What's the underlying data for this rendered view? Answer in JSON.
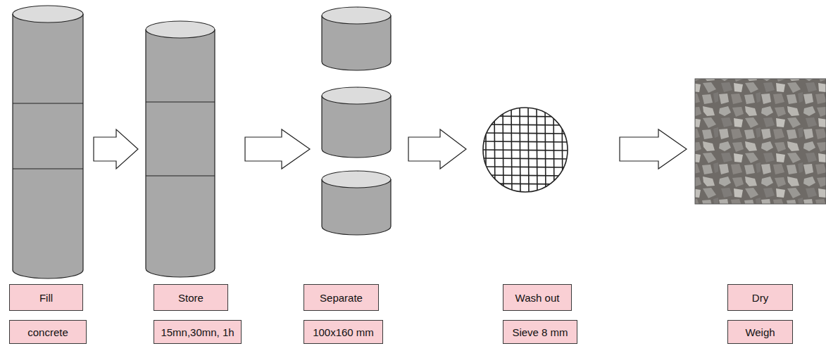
{
  "diagram": {
    "nodes": [
      {
        "text": [
          "Fill"
        ]
      },
      {
        "text": [
          "concrete"
        ]
      },
      {
        "text": [
          "Store"
        ]
      },
      {
        "text": [
          "15mn,30mn, 1h"
        ]
      },
      {
        "text": [
          "Separate"
        ]
      },
      {
        "text": [
          "100x160 mm"
        ]
      },
      {
        "text": [
          "Wash out"
        ]
      },
      {
        "text": [
          "Sieve 8 mm"
        ]
      },
      {
        "text": [
          "Dry"
        ]
      },
      {
        "text": [
          "Weigh"
        ]
      }
    ]
  }
}
